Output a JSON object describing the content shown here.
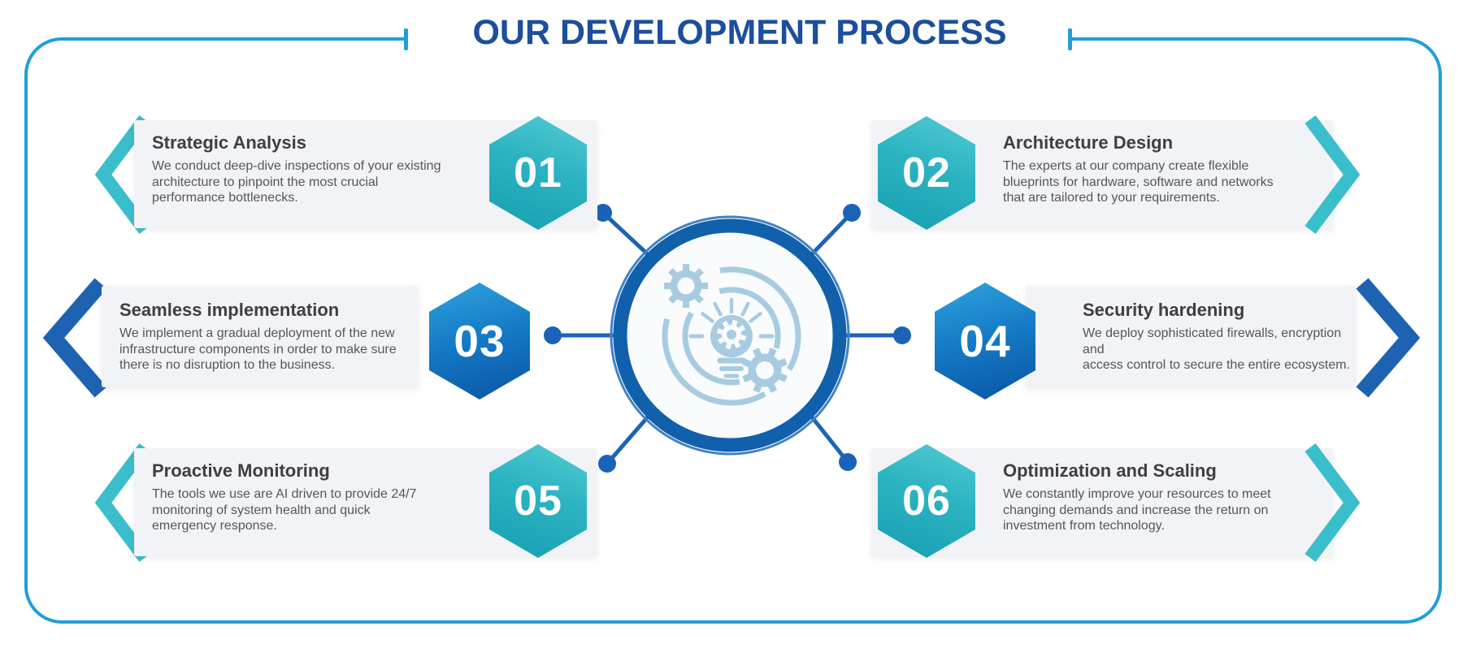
{
  "header": {
    "title": "OUR DEVELOPMENT PROCESS"
  },
  "center": {
    "icon": "lightbulb-with-gears"
  },
  "colors": {
    "title_blue": "#1C4E9C",
    "frame_light_blue": "#1E9FD9",
    "banner_bg": "#F2F3F6",
    "heading_text": "#3E3E40",
    "body_text": "#55565A",
    "teal_accent": "#3BBECB",
    "blue_accent": "#1E63B2",
    "hex_teal_start": "#54CBD4",
    "hex_teal_end": "#179FB2",
    "hex_blue_start": "#2FA3DE",
    "hex_blue_end": "#0B55A5",
    "connector_blue": "#1A63B8",
    "ring_blue": "#1160AC",
    "icon_light_blue": "#A7CCE2"
  },
  "steps": [
    {
      "number": "01",
      "title": "Strategic Analysis",
      "description": "We conduct deep-dive inspections of your existing\narchitecture to pinpoint the most crucial\nperformance bottlenecks.",
      "accent": "teal",
      "side": "left"
    },
    {
      "number": "02",
      "title": "Architecture Design",
      "description": "The experts at our company create flexible\nblueprints for hardware, software and networks\nthat are tailored to your requirements.",
      "accent": "teal",
      "side": "right"
    },
    {
      "number": "03",
      "title": "Seamless implementation",
      "description": "We implement a gradual deployment of the new\ninfrastructure components in order to make sure\nthere is no disruption to the business.",
      "accent": "blue",
      "side": "left"
    },
    {
      "number": "04",
      "title": "Security hardening",
      "description": "We deploy sophisticated firewalls, encryption and\naccess control to secure the entire ecosystem.",
      "accent": "blue",
      "side": "right"
    },
    {
      "number": "05",
      "title": "Proactive Monitoring",
      "description": "The tools we use are AI driven to provide 24/7\nmonitoring of system health and quick\nemergency response.",
      "accent": "teal",
      "side": "left"
    },
    {
      "number": "06",
      "title": "Optimization and Scaling",
      "description": "We constantly improve your resources to meet\nchanging demands and increase the return on\ninvestment from technology.",
      "accent": "teal",
      "side": "right"
    }
  ]
}
